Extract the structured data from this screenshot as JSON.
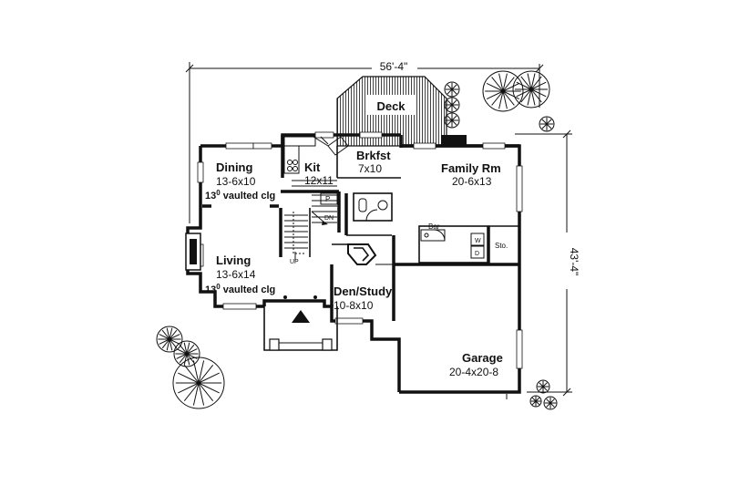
{
  "dimensions": {
    "width": "56'-4\"",
    "depth": "43'-4\""
  },
  "rooms": {
    "deck": {
      "name": "Deck"
    },
    "brkfst": {
      "name": "Brkfst",
      "size": "7x10"
    },
    "kit": {
      "name": "Kit",
      "size": "12x11"
    },
    "dining": {
      "name": "Dining",
      "size": "13-6x10",
      "note_base": "13",
      "note_sup": "0",
      "note_rest": " vaulted clg"
    },
    "living": {
      "name": "Living",
      "size": "13-6x14",
      "note_base": "13",
      "note_sup": "0",
      "note_rest": " vaulted clg"
    },
    "family": {
      "name": "Family Rm",
      "size": "20-6x13"
    },
    "den": {
      "name": "Den/Study",
      "size": "10-8x10"
    },
    "garage": {
      "name": "Garage",
      "size": "20-4x20-8"
    },
    "sto": {
      "name": "Sto."
    },
    "bar": {
      "name": "Bar"
    }
  },
  "labels": {
    "dn": "DN",
    "up": "UP",
    "pantry": "P",
    "washer": "W",
    "dryer": "D"
  },
  "icons": [
    "tree-symbol",
    "entry-arrow-icon",
    "fireplace-symbol"
  ]
}
